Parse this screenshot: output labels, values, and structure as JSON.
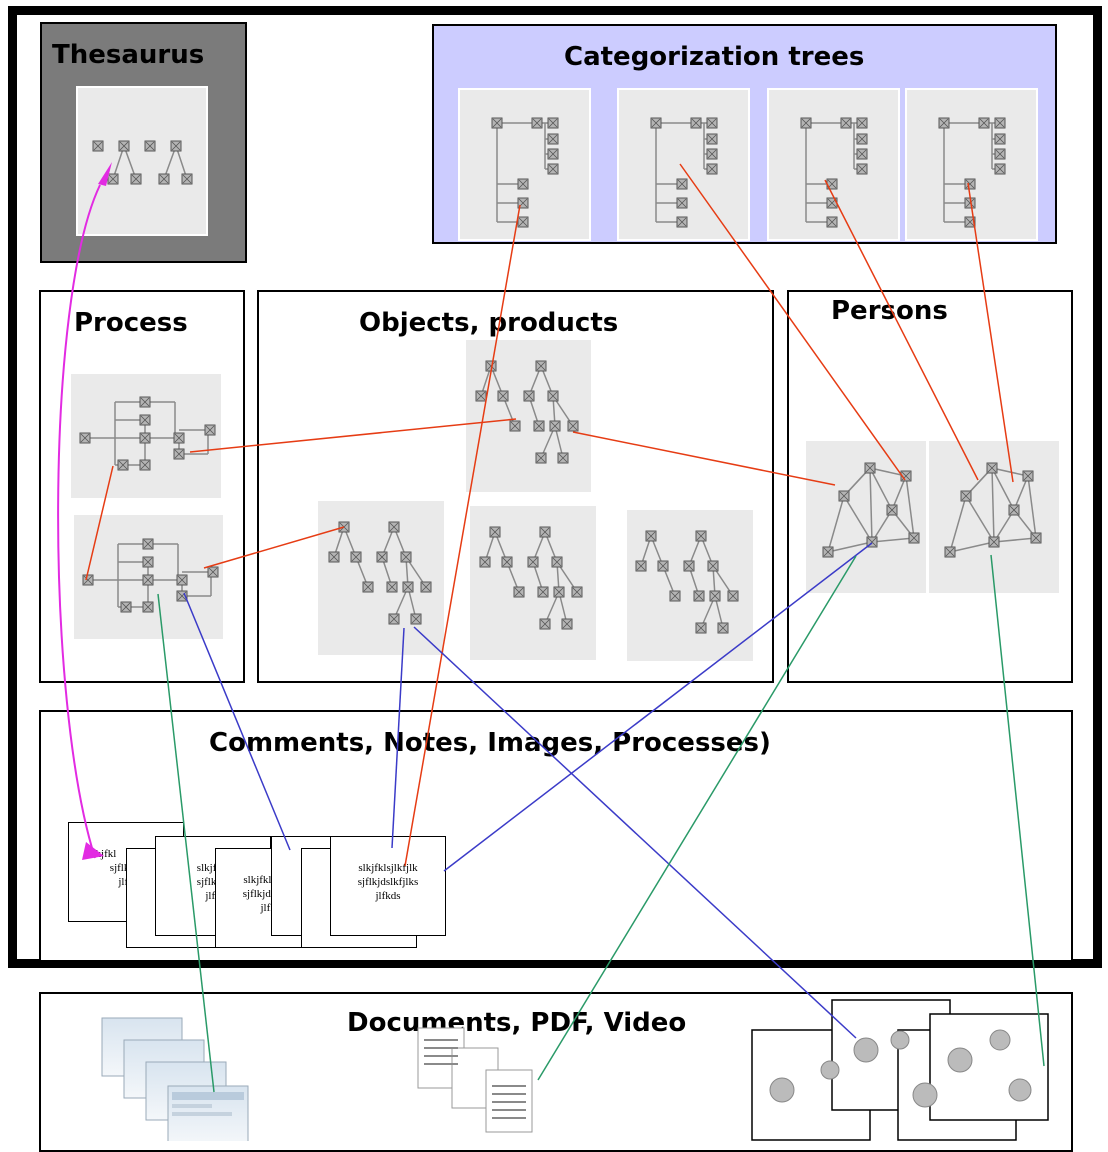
{
  "sections": {
    "thesaurus": "Thesaurus",
    "categorization": "Categorization trees",
    "process": "Process",
    "objects": "Objects, products",
    "persons": "Persons",
    "comments": "Comments, Notes, Images, Processes)",
    "documents": "Documents, PDF, Video"
  },
  "notes": {
    "line1": "slkjfklsjlkfjlk",
    "line2": "sjflkjdslkfjlks",
    "line3": "jlfkds",
    "partial": [
      "klkjfkl",
      "sjflkjds",
      "jlfk",
      "slkjfkls",
      "sjflkjds",
      "jlfk",
      "sl",
      "sj"
    ]
  },
  "colors": {
    "link_red": "#e63c14",
    "link_blue": "#3b3bc8",
    "link_green": "#2a9a68",
    "link_magenta": "#e22be2",
    "node_fill": "#b4b4b4",
    "edge_gray": "#8a8a8a"
  }
}
